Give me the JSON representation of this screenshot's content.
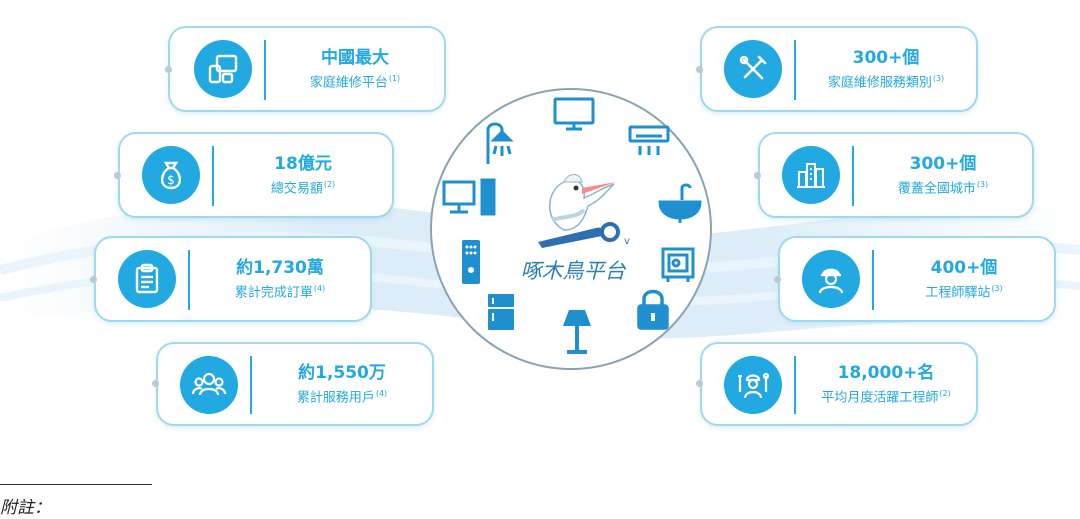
{
  "hub": {
    "title": "啄木鳥平台"
  },
  "left_cards": [
    {
      "line1": "中國最大",
      "line2": "家庭維修平台",
      "note": "(1)",
      "icon": "devices-icon"
    },
    {
      "line1": "18億元",
      "line2": "總交易額",
      "note": "(2)",
      "icon": "money-bag-icon"
    },
    {
      "line1": "約1,730萬",
      "line2": "累計完成訂單",
      "note": "(4)",
      "icon": "clipboard-icon"
    },
    {
      "line1": "約1,550万",
      "line2": "累計服務用戶",
      "note": "(4)",
      "icon": "users-icon"
    }
  ],
  "right_cards": [
    {
      "line1": "300+個",
      "line2": "家庭維修服務類別",
      "note": "(3)",
      "icon": "tools-icon"
    },
    {
      "line1": "300+個",
      "line2": "覆蓋全國城市",
      "note": "(3)",
      "icon": "city-icon"
    },
    {
      "line1": "400+個",
      "line2": "工程師驛站",
      "note": "(3)",
      "icon": "engineer-icon"
    },
    {
      "line1": "18,000+名",
      "line2": "平均月度活躍工程師",
      "note": "(2)",
      "icon": "worker-tools-icon"
    }
  ],
  "footer": {
    "note_label": "附註："
  },
  "colors": {
    "accent": "#23a9e1",
    "border": "#9fd9ef",
    "hub_border": "#8aa3b3"
  }
}
